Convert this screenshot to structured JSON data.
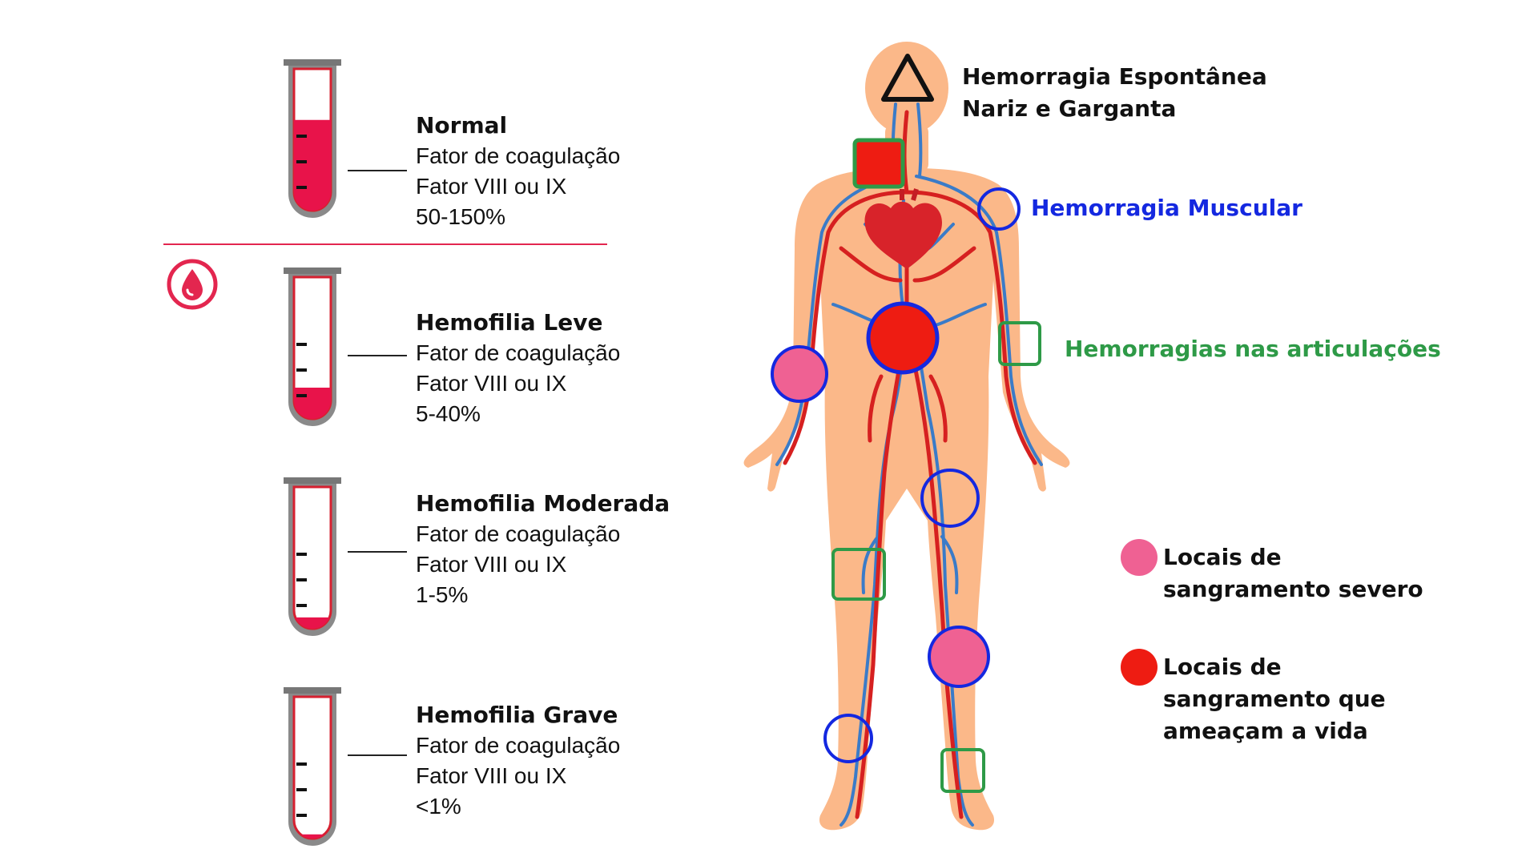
{
  "levels": [
    {
      "title": "Normal",
      "line1": "Fator de coagulação",
      "line2": "Fator VIII ou IX",
      "range": "50-150%",
      "fill_fraction": 0.64
    },
    {
      "title": "Hemofilia Leve",
      "line1": "Fator de coagulação",
      "line2": "Fator VIII ou IX",
      "range": "5-40%",
      "fill_fraction": 0.22
    },
    {
      "title": "Hemofilia Moderada",
      "line1": "Fator de coagulação",
      "line2": "Fator VIII ou IX",
      "range": "1-5%",
      "fill_fraction": 0.08
    },
    {
      "title": "Hemofilia Grave",
      "line1": "Fator de coagulação",
      "line2": "Fator VIII ou IX",
      "range": "<1%",
      "fill_fraction": 0.03
    }
  ],
  "labels": {
    "spontaneous_line1": "Hemorragia Espontânea",
    "spontaneous_line2": "Nariz e Garganta",
    "muscular": "Hemorragia Muscular",
    "joints": "Hemorragias nas articulações"
  },
  "legend": {
    "severe_line1": "Locais de",
    "severe_line2": "sangramento severo",
    "threat_line1": "Locais de",
    "threat_line2": "sangramento que",
    "threat_line3": "ameaçam a vida"
  },
  "icons": {
    "blood_drop": "blood-drop-icon"
  },
  "colors": {
    "blood": "#e8134a",
    "accent": "#e3264f",
    "skin": "#fbb889",
    "vein": "#3a7bc8",
    "artery": "#d62020",
    "muscular": "#1428e0",
    "joint": "#2e9a47",
    "severe": "#ef6193",
    "threat": "#ee1c12"
  }
}
